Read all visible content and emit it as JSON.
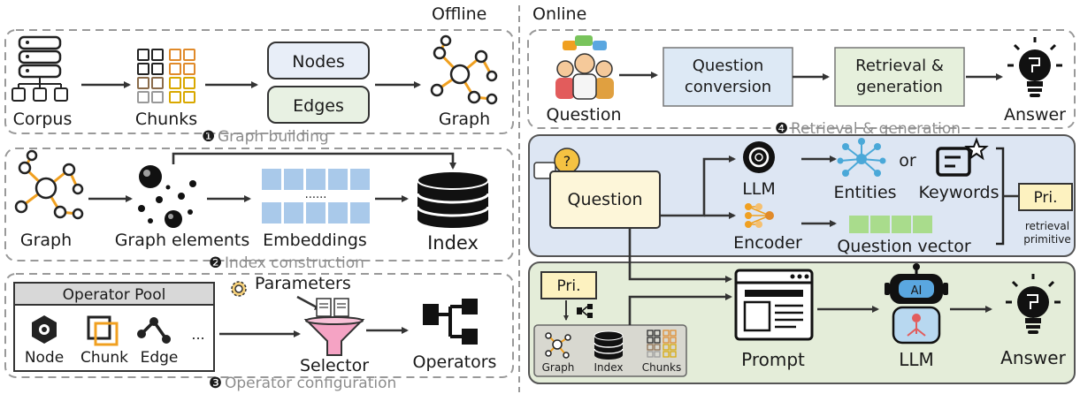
{
  "headers": {
    "offline": "Offline",
    "online": "Online"
  },
  "graph_building": {
    "corpus": "Corpus",
    "chunks": "Chunks",
    "nodes": "Nodes",
    "edges": "Edges",
    "graph": "Graph",
    "step_num": "❶",
    "step": "Graph building"
  },
  "index_construction": {
    "graph": "Graph",
    "graph_elements": "Graph elements",
    "embeddings": "Embeddings",
    "dots": "......",
    "index": "Index",
    "step_num": "❷",
    "step": "Index construction"
  },
  "operator_config": {
    "pool_title": "Operator Pool",
    "node": "Node",
    "chunk": "Chunk",
    "edge": "Edge",
    "more": "...",
    "parameters": "Parameters",
    "selector": "Selector",
    "operators": "Operators",
    "step_num": "❸",
    "step": "Operator configuration"
  },
  "online_top": {
    "question": "Question",
    "question_conversion": [
      "Question",
      "conversion"
    ],
    "retrieval_generation": [
      "Retrieval &",
      "generation"
    ],
    "answer": "Answer",
    "step_num": "❹",
    "step": "Retrieval & generation"
  },
  "online_mid": {
    "question_mark": "?",
    "question": "Question",
    "llm": "LLM",
    "encoder": "Encoder",
    "entities": "Entities",
    "or": "or",
    "keywords": "Keywords",
    "question_vector": "Question vector",
    "pri": "Pri.",
    "retrieval_primitive": [
      "retrieval",
      "primitive"
    ]
  },
  "online_bottom": {
    "pri": "Pri.",
    "graph": "Graph",
    "index": "Index",
    "chunks": "Chunks",
    "prompt": "Prompt",
    "ai": "AI",
    "llm": "LLM",
    "answer": "Answer"
  },
  "colors": {
    "nodes_fill": "#e8eef8",
    "edges_fill": "#e8f1e3",
    "question_conv_fill": "#dde9f5",
    "retrieval_gen_fill": "#e6f0dc",
    "middle_panel": "#dde6f3",
    "bottom_panel": "#e4edd9",
    "pri_fill": "#fdf2c0",
    "question_fill": "#fdf6d9",
    "embedding_blue": "#a9c9ea",
    "vector_green": "#a9dc8c",
    "orange_edge": "#f0a020"
  }
}
